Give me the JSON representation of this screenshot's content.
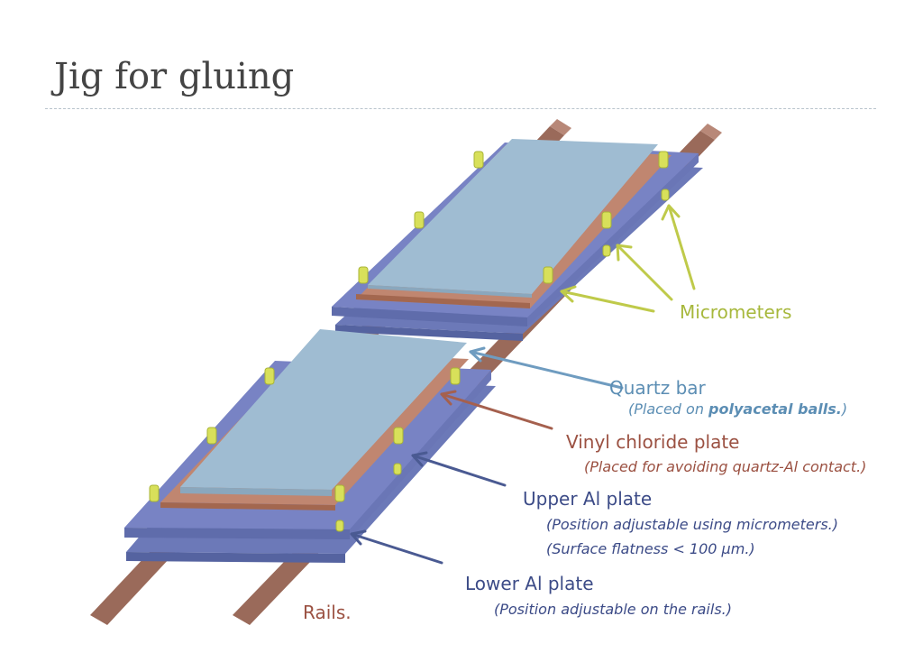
{
  "slide": {
    "title": "Jig for gluing"
  },
  "labels": {
    "micrometers": "Micrometers",
    "quartz_bar": "Quartz bar",
    "quartz_note_pre": "(Placed on ",
    "quartz_note_bold": "polyacetal balls.",
    "quartz_note_post": ")",
    "vinyl_plate": "Vinyl chloride plate",
    "vinyl_note": "(Placed for avoiding quartz-Al contact.)",
    "upper_plate": "Upper Al plate",
    "upper_note_1": "(Position adjustable using micrometers.)",
    "upper_note_2": "(Surface flatness < 100 μm.)",
    "lower_plate": "Lower Al plate",
    "lower_note": "(Position adjustable on the rails.)",
    "rails": "Rails."
  },
  "colors": {
    "micrometer": "#a7b83c",
    "quartz": "#5c8eb4",
    "vinyl": "#9b5142",
    "aluminum": "#3c4b87",
    "rail": "#8b5a4a"
  }
}
